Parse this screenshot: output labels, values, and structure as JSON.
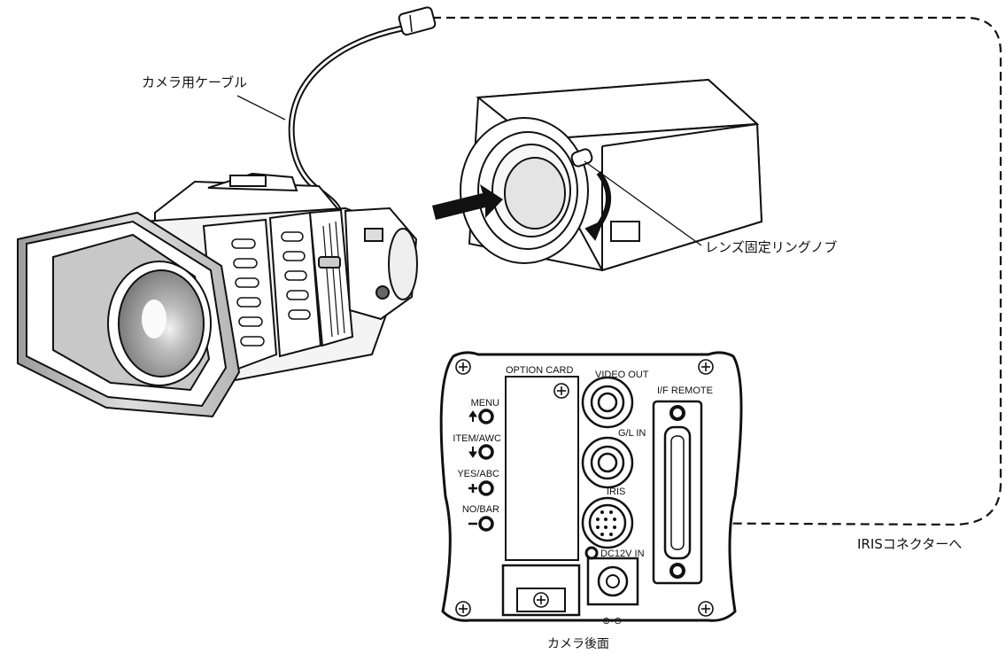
{
  "callouts": {
    "camera_cable": "カメラ用ケーブル",
    "lens_ring_knob": "レンズ固定リングノブ",
    "iris_connector": "IRISコネクターへ",
    "camera_rear": "カメラ後面"
  },
  "rear_panel": {
    "option_card": "OPTION CARD",
    "video_out": "VIDEO OUT",
    "if_remote": "I/F REMOTE",
    "gl_in": "G/L IN",
    "iris": "IRIS",
    "dc12v_in": "DC12V IN",
    "menu": "MENU",
    "item_awc": "ITEM/AWC",
    "yes_abc": "YES/ABC",
    "no_bar": "NO/BAR",
    "polarity": "⊕•⊖"
  },
  "colors": {
    "line": "#111111",
    "panel_fill": "#ffffff",
    "lens_glass": "#d9d9d9"
  }
}
